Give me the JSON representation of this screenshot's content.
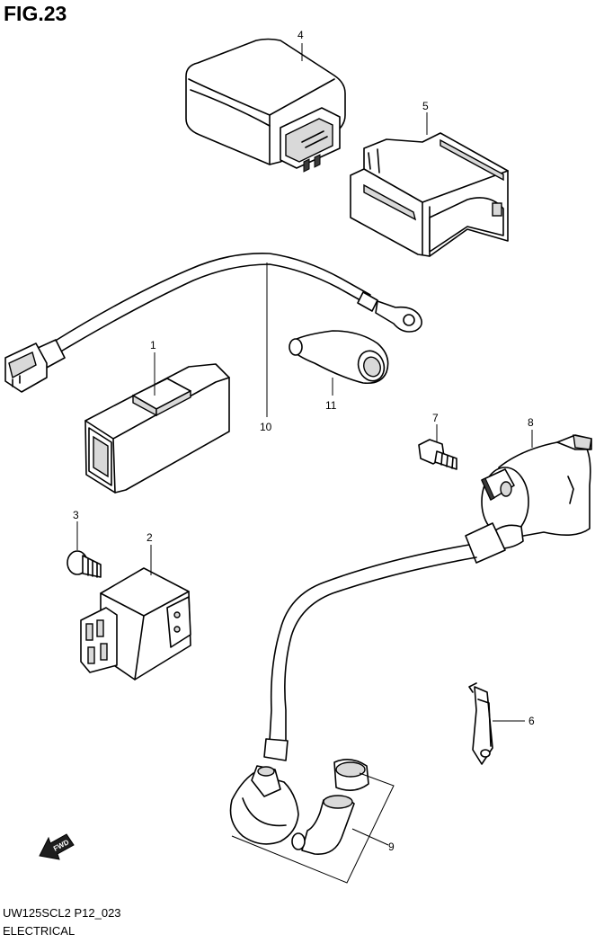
{
  "figure": {
    "title": "FIG.23",
    "code": "UW125SCL2 P12_023",
    "name": "ELECTRICAL"
  },
  "callouts": [
    "1",
    "2",
    "3",
    "4",
    "5",
    "6",
    "7",
    "8",
    "9",
    "10",
    "11"
  ],
  "direction": {
    "label": "FWD",
    "icon": "arrow-down-left-icon"
  },
  "colors": {
    "ink": "#000000",
    "shade": "#d9d9d9",
    "dark": "#3a3a3a",
    "background": "#ffffff"
  }
}
